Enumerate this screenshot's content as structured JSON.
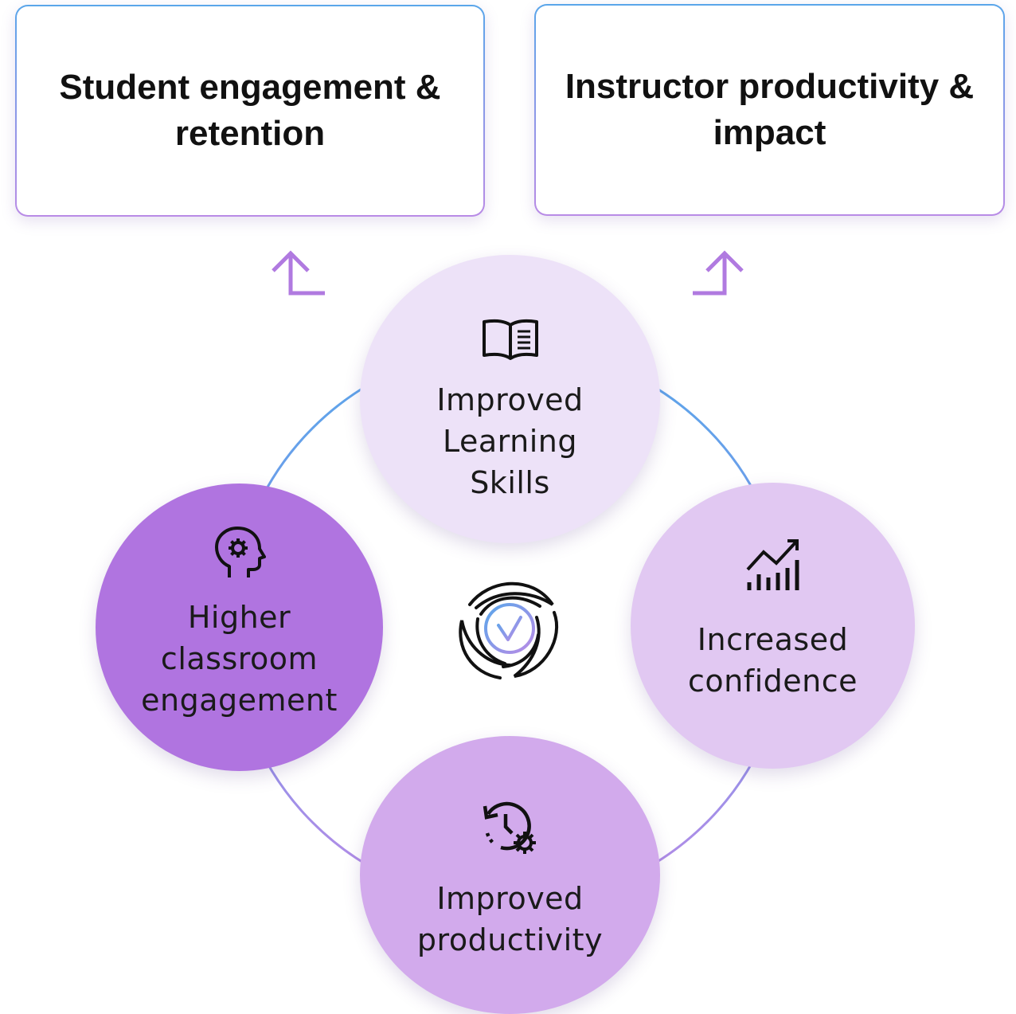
{
  "boxes": {
    "left": {
      "title": "Student engagement & retention"
    },
    "right": {
      "title": "Instructor productivity & impact"
    }
  },
  "cycle": {
    "top": {
      "label": "Improved Learning Skills",
      "icon": "open-book-icon"
    },
    "right": {
      "label": "Increased confidence",
      "icon": "growth-chart-icon"
    },
    "bottom": {
      "label": "Improved productivity",
      "icon": "clock-gear-icon"
    },
    "left": {
      "label": "Higher classroom engagement",
      "icon": "head-gear-icon"
    },
    "center": {
      "icon": "checkmark-logo-icon"
    }
  },
  "colors": {
    "ring_top": "#5aa6ea",
    "ring_bottom": "#b98be6",
    "arrow": "#b07ae0",
    "circle_top": "#ede2f8",
    "circle_right": "#e1c8f2",
    "circle_left": "#b074e0",
    "circle_bottom": "#d2aaec"
  }
}
